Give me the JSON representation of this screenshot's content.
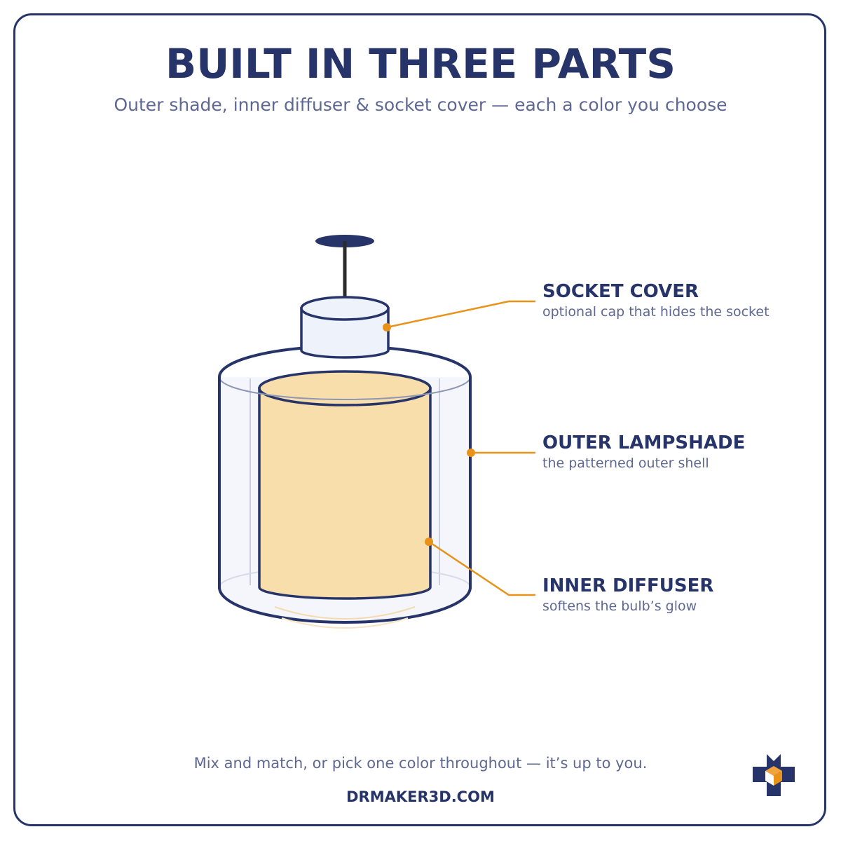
{
  "header": {
    "title": "BUILT IN THREE PARTS",
    "subtitle": "Outer shade, inner diffuser & socket cover — each a color you choose"
  },
  "callouts": [
    {
      "title": "SOCKET COVER",
      "description": "optional cap that hides the socket"
    },
    {
      "title": "OUTER LAMPSHADE",
      "description": "the patterned outer shell"
    },
    {
      "title": "INNER DIFFUSER",
      "description": "softens the bulb’s glow"
    }
  ],
  "footer": {
    "note": "Mix and match, or pick one color throughout — it’s up to you.",
    "url": "DRMAKER3D.COM"
  },
  "logo": {
    "icon": "drmaker3d-cube-cross-logo-icon"
  },
  "colors": {
    "navy": "#263469",
    "accent_orange": "#e8921a",
    "diffuser_fill": "#f8deab",
    "shade_fill": "#f4f6fb",
    "cap_fill": "#eef2fa",
    "text_muted": "#5e6892"
  }
}
